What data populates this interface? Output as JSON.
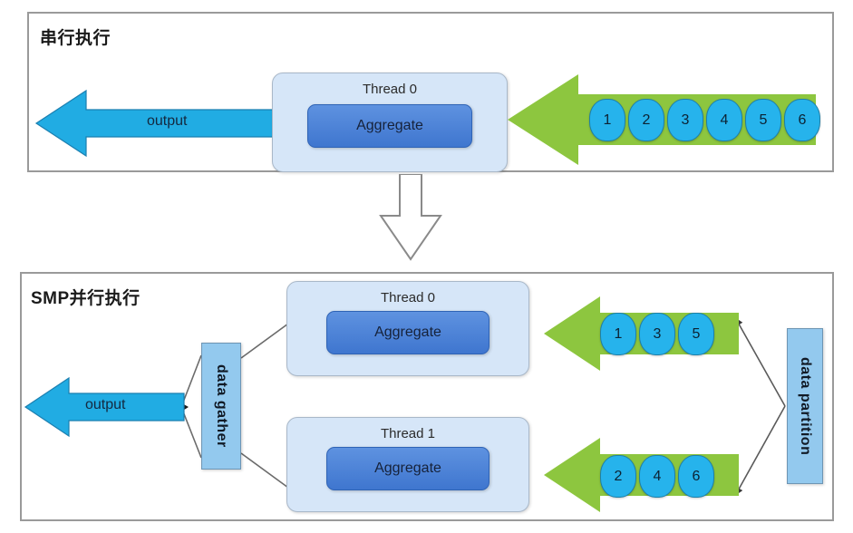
{
  "diagram": {
    "title_top": "串行执行",
    "title_bottom": "SMP并行执行"
  },
  "serial_panel": {
    "title": "串行执行",
    "thread": {
      "name": "Thread 0",
      "task": "Aggregate"
    },
    "output_label": "output",
    "input_items": [
      "1",
      "2",
      "3",
      "4",
      "5",
      "6"
    ]
  },
  "smp_panel": {
    "title": "SMP并行执行",
    "output_label": "output",
    "gather_label": "data gather",
    "partition_label": "data partition",
    "threads": [
      {
        "name": "Thread 0",
        "task": "Aggregate",
        "items": [
          "1",
          "3",
          "5"
        ]
      },
      {
        "name": "Thread 1",
        "task": "Aggregate",
        "items": [
          "2",
          "4",
          "6"
        ]
      }
    ]
  },
  "colors": {
    "green_arrow": "#8dc63f",
    "blue_arrow": "#21ace3",
    "number_chip": "#26b3ec",
    "aggregate": "#4a86d9",
    "thread_box": "#d6e6f8",
    "vbox": "#93c9ee",
    "panel_border": "#9a9a9a"
  }
}
